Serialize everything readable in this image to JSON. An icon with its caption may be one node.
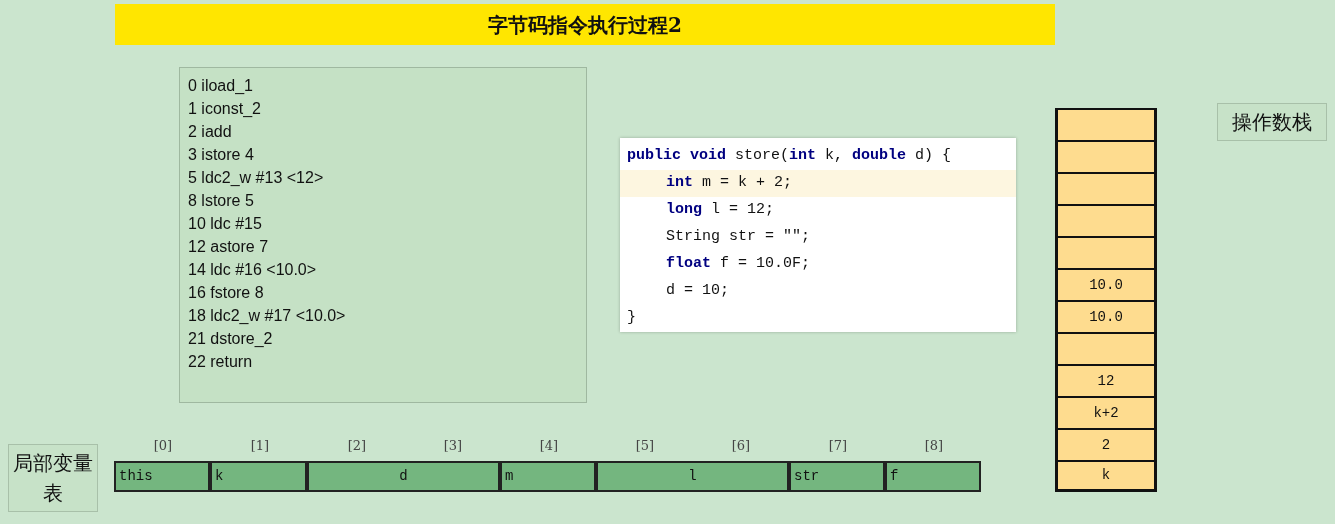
{
  "diagram": {
    "title": "字节码指令执行过程2",
    "nodes": [
      {
        "text": [
          "0 iload_1",
          "1 iconst_2",
          "2 iadd",
          "3 istore 4",
          "5 ldc2_w #13 <12>",
          "8 lstore 5",
          "10 ldc #15",
          "12 astore 7",
          "14 ldc #16 <10.0>",
          "16 fstore 8",
          "18 ldc2_w #17 <10.0>",
          "21 dstore_2",
          "22 return"
        ]
      },
      {
        "text": [
          "**public void** store(**int** k, **double** d) {",
          "**int** m = k + 2;",
          "**long** l = 12;",
          "String str = \"\";",
          "**float** f = 10.0F;",
          "d = 10;",
          "}"
        ]
      },
      {
        "text": [
          "操作数栈"
        ]
      },
      {
        "text": [],
        "shape": "box"
      },
      {
        "text": [],
        "shape": "box"
      },
      {
        "text": [],
        "shape": "box"
      },
      {
        "text": [],
        "shape": "box"
      },
      {
        "text": [],
        "shape": "box"
      },
      {
        "text": [
          "10.0"
        ]
      },
      {
        "text": [
          "10.0"
        ]
      },
      {
        "text": [],
        "shape": "box"
      },
      {
        "text": [
          "12"
        ]
      },
      {
        "text": [
          "k+2"
        ]
      },
      {
        "text": [
          "2"
        ]
      },
      {
        "text": [
          "k"
        ]
      },
      {
        "text": [
          "局部变量表"
        ]
      },
      {
        "text": [
          "this"
        ]
      },
      {
        "text": [
          "k"
        ]
      },
      {
        "text": [
          "d"
        ]
      },
      {
        "text": [
          "m"
        ]
      },
      {
        "text": [
          "l"
        ]
      },
      {
        "text": [
          "str"
        ]
      },
      {
        "text": [
          "f"
        ]
      }
    ],
    "edges": [],
    "labels": [
      "[0]",
      "[1]",
      "[2]",
      "[3]",
      "[4]",
      "[5]",
      "[6]",
      "[7]",
      "[8]"
    ]
  }
}
